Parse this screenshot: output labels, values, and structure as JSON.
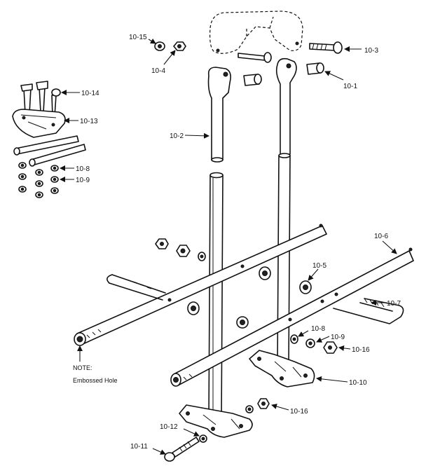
{
  "labels": {
    "l10_15": "10-15",
    "l10_4": "10-4",
    "l10_3": "10-3",
    "l10_1": "10-1",
    "l10_2": "10-2",
    "l10_14": "10-14",
    "l10_13": "10-13",
    "l10_8_top": "10-8",
    "l10_9_top": "10-9",
    "l10_6": "10-6",
    "l10_5": "10-5",
    "l10_7": "10-7",
    "l10_8": "10-8",
    "l10_9": "10-9",
    "l10_16_upper": "10-16",
    "l10_10": "10-10",
    "l10_16_lower": "10-16",
    "l10_12": "10-12",
    "l10_11": "10-11"
  },
  "note": {
    "line1": "NOTE:",
    "line2": "Embossed Hole"
  }
}
